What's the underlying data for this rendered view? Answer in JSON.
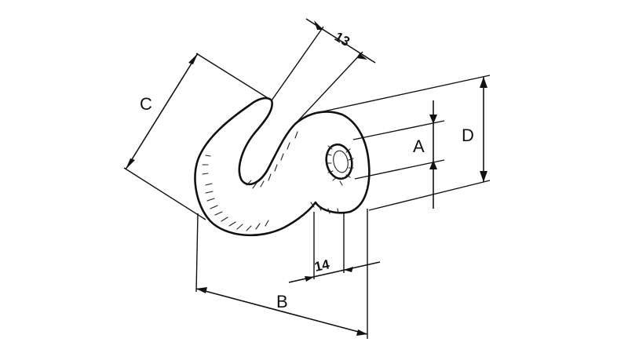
{
  "labels": {
    "A": "A",
    "B": "B",
    "C": "C",
    "D": "D",
    "dim_13": "13",
    "dim_14": "14"
  },
  "colors": {
    "line": "#111111",
    "background": "#ffffff"
  }
}
